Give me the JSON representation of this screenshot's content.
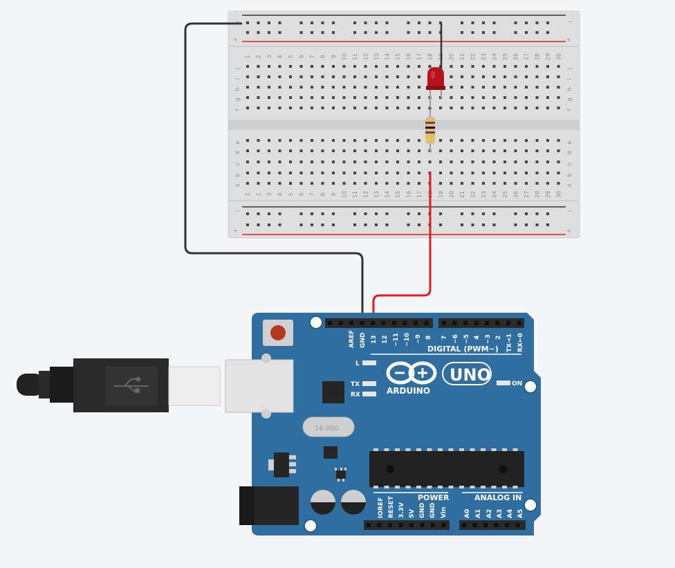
{
  "breadboard": {
    "column_count": 30,
    "rows_top": [
      "j",
      "i",
      "h",
      "g",
      "f"
    ],
    "rows_bottom": [
      "e",
      "d",
      "c",
      "b",
      "a"
    ],
    "rail_minus": "−",
    "rail_plus": "+"
  },
  "arduino": {
    "brand": "ARDUINO",
    "model": "UNO",
    "crystal_label": "16.000",
    "digital_header_label": "DIGITAL (PWM~)",
    "digital_pins_left": [
      "AREF",
      "GND",
      "13",
      "12",
      "~11",
      "~10",
      "~9",
      "8"
    ],
    "digital_pins_right": [
      "7",
      "~6",
      "~5",
      "4",
      "~3",
      "2",
      "TX→1",
      "RX←0"
    ],
    "power_header_label": "POWER",
    "power_pins": [
      "IOREF",
      "RESET",
      "3.3V",
      "5V",
      "GND",
      "GND",
      "Vin"
    ],
    "analog_header_label": "ANALOG IN",
    "analog_pins": [
      "A0",
      "A1",
      "A2",
      "A3",
      "A4",
      "A5"
    ],
    "led_labels": [
      "L",
      "TX",
      "RX"
    ],
    "on_label": "ON"
  },
  "components": [
    "led-red",
    "resistor",
    "usb-cable",
    "wire-black",
    "wire-red"
  ],
  "colors": {
    "board_blue": "#2f6e9e",
    "wire_black": "#333333",
    "wire_red": "#e01b22",
    "led_red": "#b3151b",
    "breadboard": "#dcdcdc",
    "rail_red": "#d9202a"
  }
}
